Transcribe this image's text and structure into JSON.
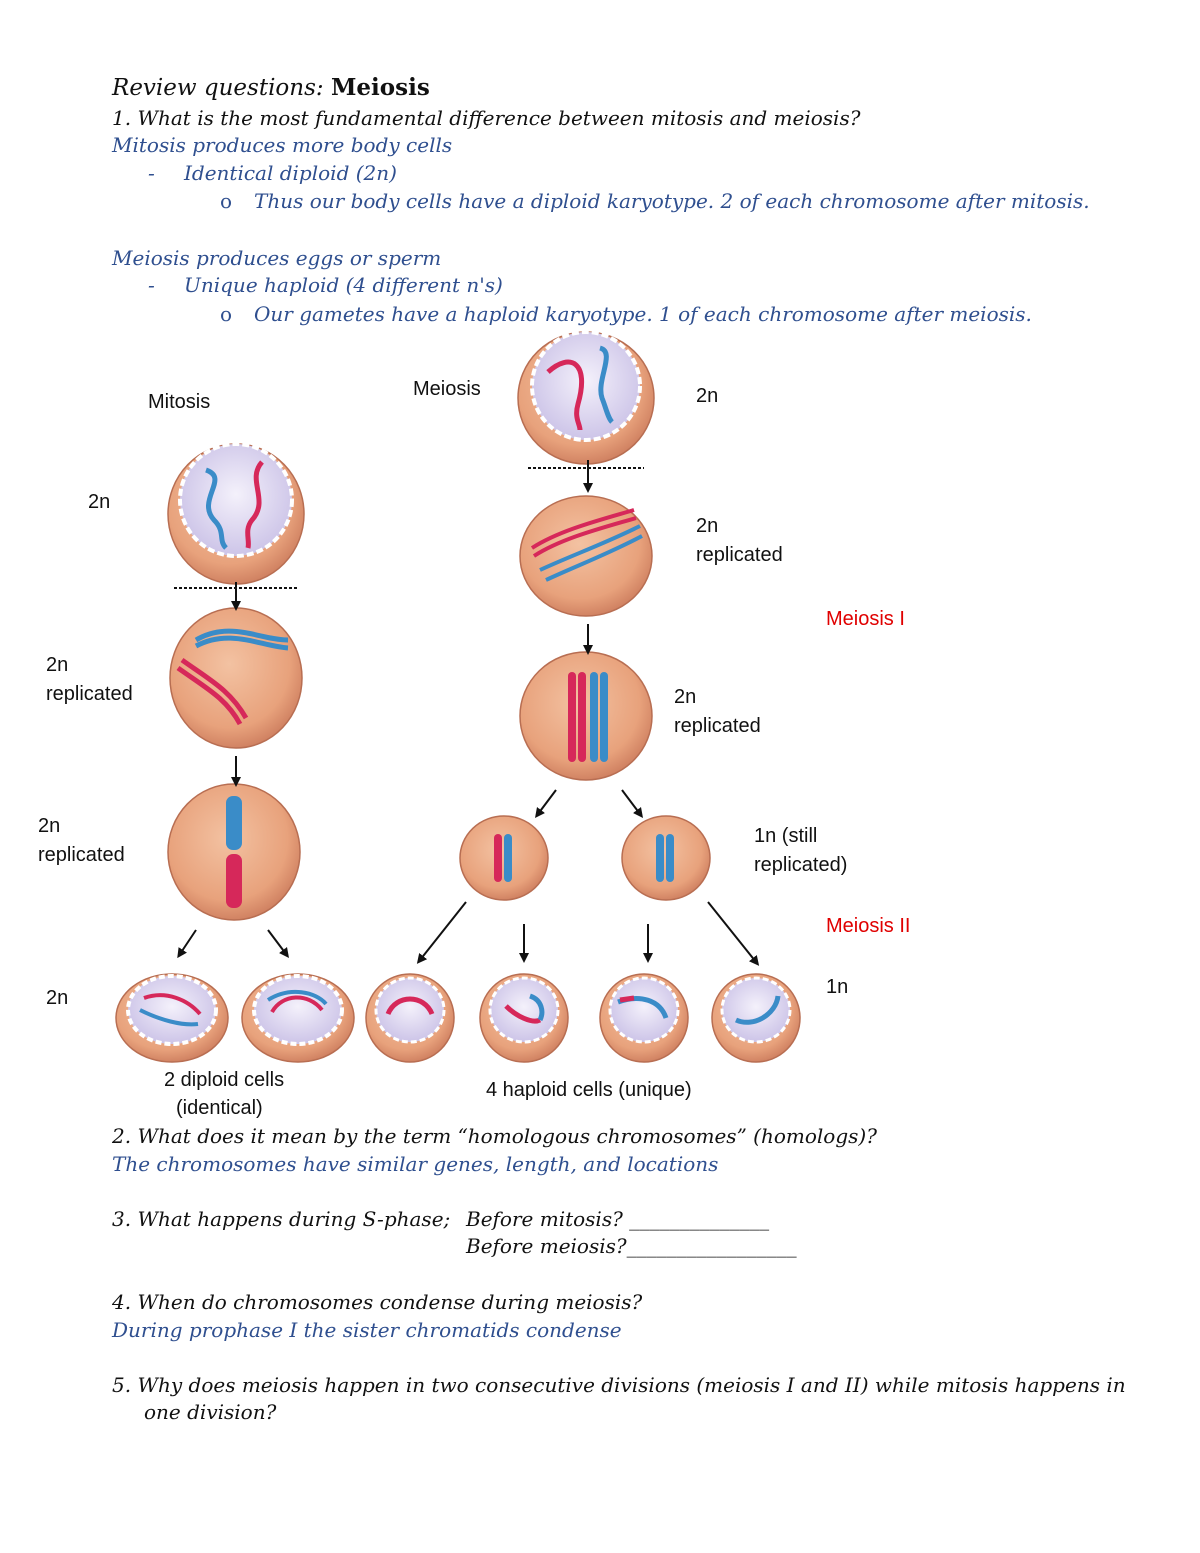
{
  "title": {
    "prefix": "Review questions: ",
    "topic": "Meiosis"
  },
  "q1": {
    "question": "1.  What is the most fundamental difference between mitosis and meiosis?",
    "mitosis_line": "Mitosis produces more body cells",
    "mitosis_bullet": "Identical diploid (2n)",
    "mitosis_sub": "Thus our body cells have a diploid karyotype. 2 of each chromosome after mitosis.",
    "meiosis_line": "Meiosis produces eggs or sperm",
    "meiosis_bullet": "Unique haploid (4 different n's)",
    "meiosis_sub": "Our gametes have a haploid karyotype. 1 of each chromosome after meiosis.",
    "dash": "-",
    "circle": "o"
  },
  "diagram": {
    "mitosis": "Mitosis",
    "meiosis": "Meiosis",
    "two_n": "2n",
    "replicated": "replicated",
    "meiosis_one": "Meiosis I",
    "meiosis_two": "Meiosis II",
    "one_n_still": "1n (still",
    "one_n_still_2": "replicated)",
    "one_n": "1n",
    "diploid_1": "2 diploid cells",
    "diploid_2": "(identical)",
    "haploid": "4 haploid cells (unique)",
    "colors": {
      "cell": "#e8a27c",
      "nucleus": "#d9d3ee",
      "red_chrom": "#d6285a",
      "blue_chrom": "#3a8cc8",
      "label_red": "#e00000"
    }
  },
  "q2": {
    "question": "2.  What does it mean by the term “homologous chromosomes” (homologs)?",
    "answer": "The chromosomes have similar genes, length, and locations"
  },
  "q3": {
    "question": "3.  What happens during S-phase;",
    "before_mitosis": "Before mitosis?   ______________",
    "before_meiosis": "Before meiosis?_________________"
  },
  "q4": {
    "question": "4.  When do chromosomes condense during meiosis?",
    "answer": "During prophase I the sister chromatids condense"
  },
  "q5": {
    "line1": "5.  Why does meiosis happen in two consecutive divisions (meiosis I and II) while mitosis happens in",
    "line2": "one division?"
  }
}
